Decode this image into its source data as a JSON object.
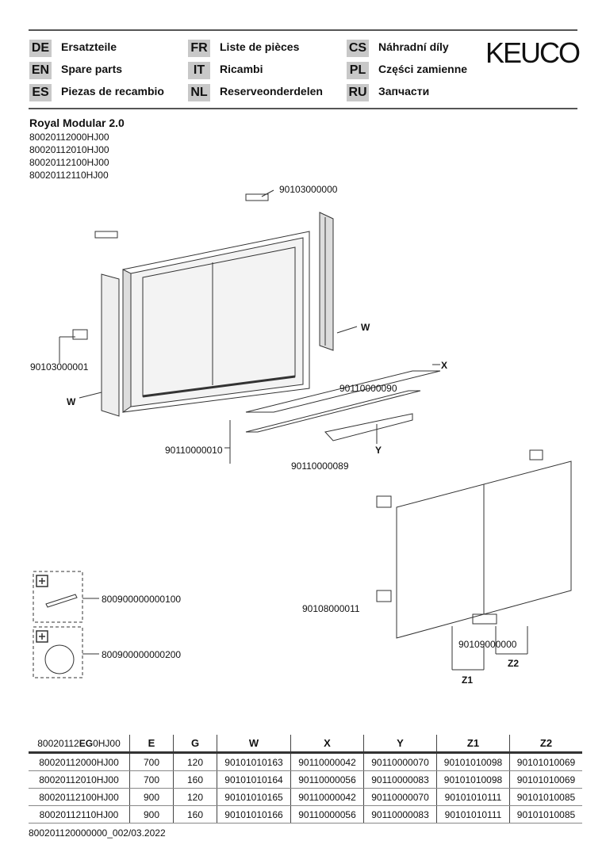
{
  "header": {
    "brand": "KEUCO",
    "languages": [
      {
        "code": "DE",
        "label": "Ersatzteile"
      },
      {
        "code": "EN",
        "label": "Spare parts"
      },
      {
        "code": "ES",
        "label": "Piezas de recambio"
      },
      {
        "code": "FR",
        "label": "Liste de pièces"
      },
      {
        "code": "IT",
        "label": "Ricambi"
      },
      {
        "code": "NL",
        "label": "Reserveonderdelen"
      },
      {
        "code": "CS",
        "label": "Náhradní díly"
      },
      {
        "code": "PL",
        "label": "Części zamienne"
      },
      {
        "code": "RU",
        "label": "Запчасти"
      }
    ]
  },
  "product": {
    "name": "Royal Modular 2.0",
    "numbers": [
      "80020112000HJ00",
      "80020112010HJ00",
      "80020112100HJ00",
      "80020112110HJ00"
    ]
  },
  "callouts": {
    "c1": "90103000000",
    "c2": "90103000001",
    "w1": "W",
    "w2": "W",
    "x": "X",
    "c3": "90110000090",
    "c4": "90110000010",
    "c5": "90110000089",
    "y": "Y",
    "c6": "800900000000100",
    "c7": "800900000000200",
    "c8": "90108000011",
    "c9": "90109000000",
    "z2": "Z2",
    "z1": "Z1"
  },
  "table": {
    "header_prefix": "80020112",
    "header_bold": "EG",
    "header_suffix": "0HJ00",
    "columns": [
      "E",
      "G",
      "W",
      "X",
      "Y",
      "Z1",
      "Z2"
    ],
    "rows": [
      [
        "80020112000HJ00",
        "700",
        "120",
        "90101010163",
        "90110000042",
        "90110000070",
        "90101010098",
        "90101010069"
      ],
      [
        "80020112010HJ00",
        "700",
        "160",
        "90101010164",
        "90110000056",
        "90110000083",
        "90101010098",
        "90101010069"
      ],
      [
        "80020112100HJ00",
        "900",
        "120",
        "90101010165",
        "90110000042",
        "90110000070",
        "90101010111",
        "90101010085"
      ],
      [
        "80020112110HJ00",
        "900",
        "160",
        "90101010166",
        "90110000056",
        "90110000083",
        "90101010111",
        "90101010085"
      ]
    ]
  },
  "footer": "800201120000000_002/03.2022"
}
